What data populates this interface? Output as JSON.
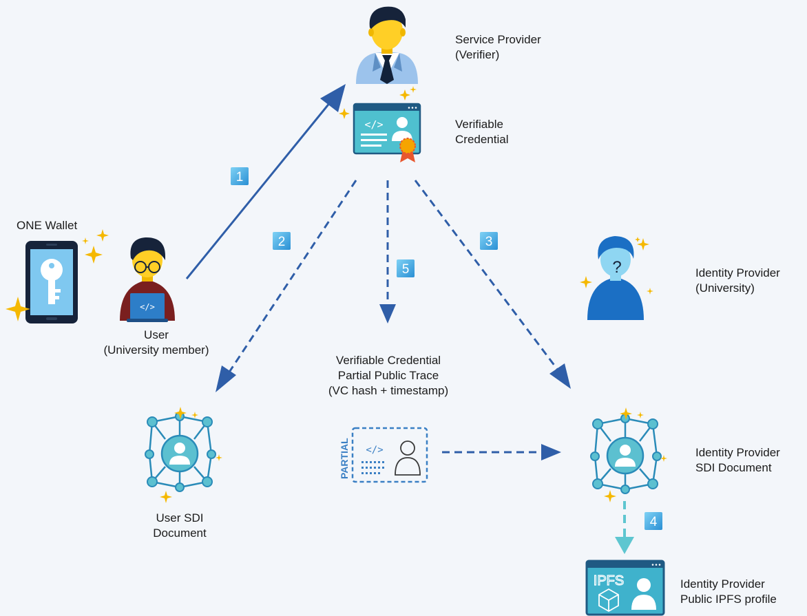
{
  "labels": {
    "service_provider": "Service Provider\n(Verifier)",
    "verifiable_credential": "Verifiable\nCredential",
    "wallet": "ONE Wallet",
    "user": "User\n(University member)",
    "idp_university": "Identity Provider\n(University)",
    "vc_trace": "Verifiable Credential\nPartial Public Trace\n(VC hash + timestamp)",
    "user_sdi": "User SDI\nDocument",
    "idp_sdi": "Identity Provider\nSDI Document",
    "idp_ipfs": "Identity Provider\nPublic IPFS profile"
  },
  "steps": [
    "1",
    "2",
    "3",
    "4",
    "5"
  ],
  "icon_text": {
    "code": "</>",
    "partial": "PARTIAL",
    "ipfs": "IPFS",
    "question": "?"
  },
  "colors": {
    "arrow": "#2f5ea8",
    "arrow_teal": "#5ec6d0",
    "badge": "#3a9ad9",
    "sparkle": "#f5b800",
    "network": "#2a8bb8",
    "network_node": "#5cc0d0"
  }
}
